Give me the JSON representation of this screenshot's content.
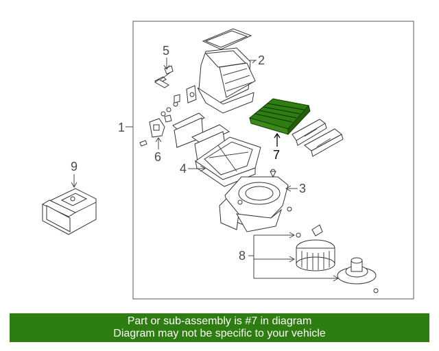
{
  "diagram": {
    "callouts": {
      "c1": "1",
      "c2": "2",
      "c3": "3",
      "c4": "4",
      "c5": "5",
      "c6": "6",
      "c7": "7",
      "c8": "8",
      "c9": "9"
    },
    "highlighted_part": "7",
    "highlight_color": "#2e7d10"
  },
  "banner": {
    "line1": "Part or sub-assembly is #7 in diagram",
    "line2": "Diagram may not be specific to your vehicle",
    "background_color": "#2e7d10"
  }
}
